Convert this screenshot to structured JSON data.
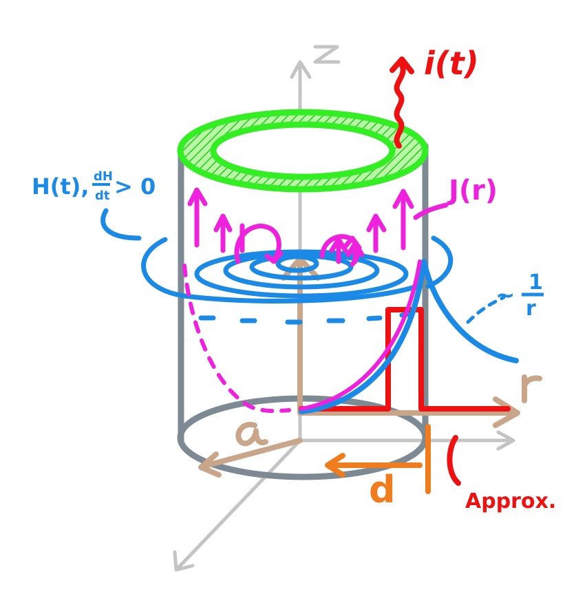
{
  "colors": {
    "axis_gray": "#c4c4c4",
    "cylinder_gray": "#7d8a93",
    "tan": "#c9a58a",
    "green": "#33ee22",
    "blue": "#1a8ae6",
    "magenta": "#ee22dd",
    "red": "#ee1111",
    "orange": "#f07c1e",
    "background": "#ffffff"
  },
  "labels": {
    "z_axis": "Z",
    "current": "i(t)",
    "field": "H(t), dH/dt > 0",
    "field_main": "H(t),",
    "field_num": "dH",
    "field_den": "dt",
    "field_rel": "> 0",
    "current_density": "J(r)",
    "decay_prefix": "~",
    "decay_num": "1",
    "decay_den": "r",
    "r_axis": "r",
    "radius": "a",
    "depth": "d",
    "approx": "Approx."
  },
  "icons": {
    "current_arrow": "wavy-arrow-up-icon",
    "eddy_loops": "curl-arrow-icon",
    "field_lines": "ellipse-loop-icon"
  }
}
